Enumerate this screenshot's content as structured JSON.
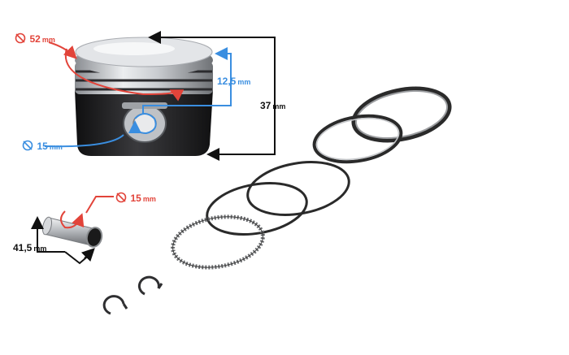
{
  "colors": {
    "red_annotation": "#e2443a",
    "blue_annotation": "#3a8ee0",
    "dimension_line": "#111111",
    "piston_skirt": "#1c1c1e",
    "piston_crown": "#cfd2d6",
    "ring_dark": "#2a2a2a",
    "ring_grey": "#7d7f82"
  },
  "annotations": {
    "piston_diameter": {
      "icon": "diameter-icon",
      "value": "52",
      "unit": "mm"
    },
    "ring_zone_height": {
      "value": "12,5",
      "unit": "mm"
    },
    "piston_height": {
      "value": "37",
      "unit": "mm"
    },
    "piston_pin_bore": {
      "icon": "diameter-icon",
      "value": "15",
      "unit": "mm"
    },
    "pin_diameter": {
      "icon": "diameter-icon",
      "value": "15",
      "unit": "mm"
    },
    "pin_length": {
      "value": "41,5",
      "unit": "mm"
    }
  }
}
